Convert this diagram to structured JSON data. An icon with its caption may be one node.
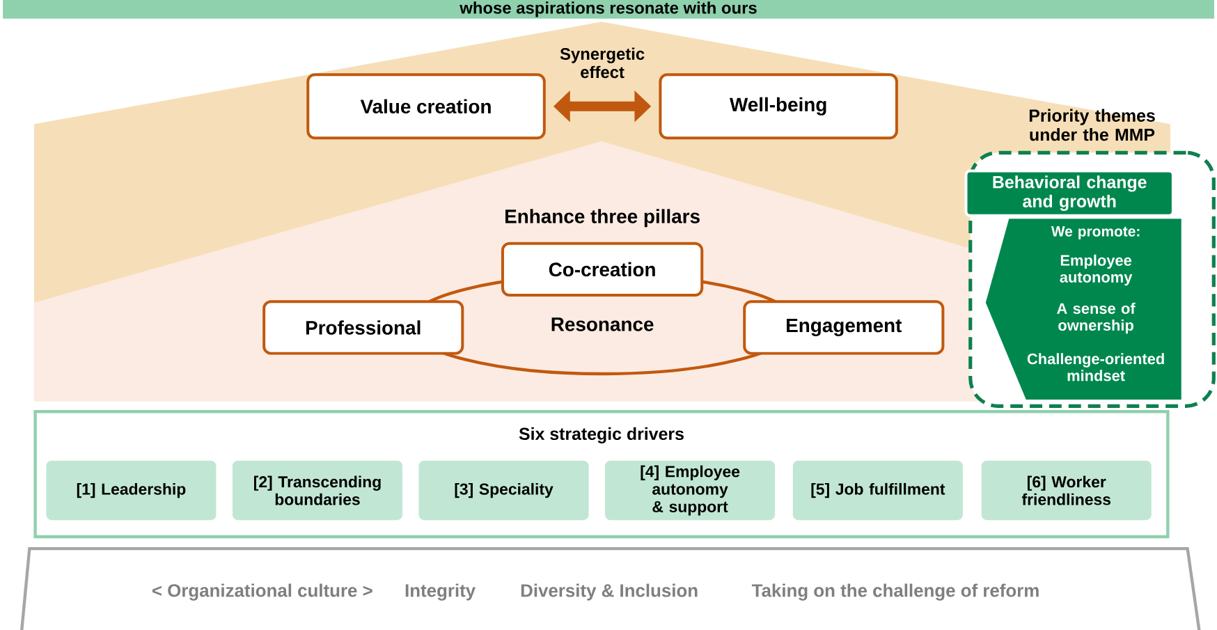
{
  "diagram": {
    "nodes": [
      {
        "text": [
          "whose aspirations resonate with ours"
        ]
      },
      {
        "text": [
          "Value creation"
        ]
      },
      {
        "text": [
          "Well-being"
        ]
      },
      {
        "text": [
          "Co-creation"
        ]
      },
      {
        "text": [
          "Professional"
        ]
      },
      {
        "text": [
          "Resonance"
        ]
      },
      {
        "text": [
          "Engagement"
        ]
      },
      {
        "text": [
          "Priority themes under the MMP"
        ]
      },
      {
        "text": [
          "Behavioral change and growth"
        ],
        "in": 7
      },
      {
        "text": [
          "We promote:",
          "Employee autonomy",
          "A sense of ownership",
          "Challenge-oriented mindset"
        ],
        "in": 7
      },
      {
        "text": [
          "Six strategic drivers"
        ]
      },
      {
        "text": [
          "[1] Leadership"
        ],
        "in": 10
      },
      {
        "text": [
          "[2] Transcending boundaries"
        ],
        "in": 10
      },
      {
        "text": [
          "[3] Speciality"
        ],
        "in": 10
      },
      {
        "text": [
          "[4] Employee autonomy & support"
        ],
        "in": 10
      },
      {
        "text": [
          "[5] Job fulfillment"
        ],
        "in": 10
      },
      {
        "text": [
          "[6] Worker friendliness"
        ],
        "in": 10
      },
      {
        "text": [
          "< Organizational culture >",
          "Integrity",
          "Diversity & Inclusion",
          "Taking on the challenge of reform"
        ]
      }
    ],
    "edges": [
      {
        "from": 1,
        "to": 2,
        "arrow": "both",
        "label": "Synergetic effect"
      }
    ],
    "labels": [
      "Enhance three pillars"
    ]
  }
}
